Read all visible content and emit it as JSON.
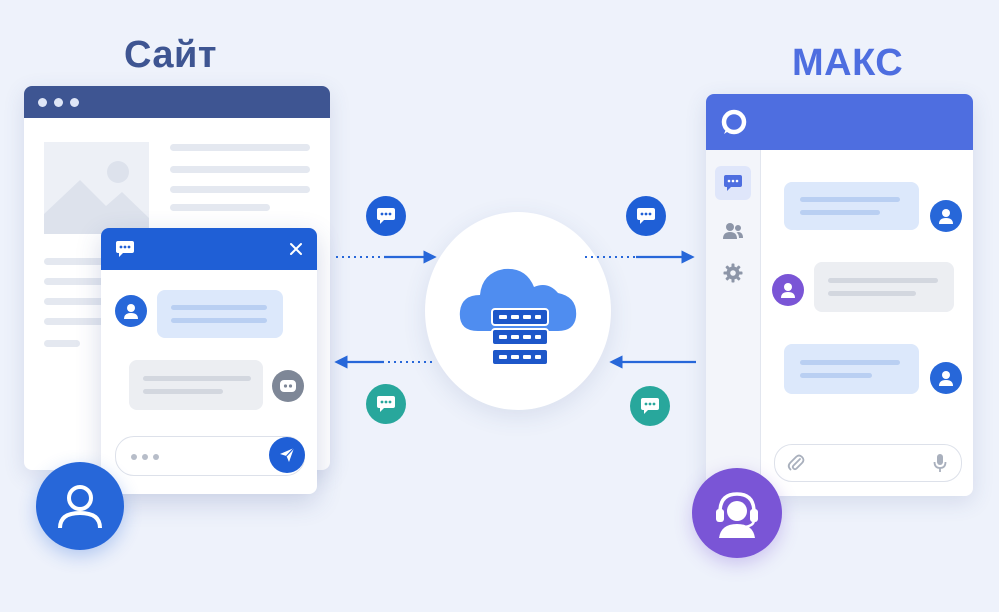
{
  "labels": {
    "site_title": "Сайт",
    "max_title": "МАКС"
  },
  "icons": {
    "site_widget_header": "chat-bubble-icon",
    "widget_close": "close-icon",
    "widget_send": "send-icon",
    "max_logo": "max-logo-icon",
    "max_sidebar": [
      "chat-icon",
      "users-icon",
      "gear-icon"
    ],
    "max_attach": "paperclip-icon",
    "max_mic": "microphone-icon",
    "server": "cloud-server-icon",
    "visitor": "user-avatar-icon",
    "operator": "operator-headset-icon"
  },
  "colors": {
    "site_header": "#3e5592",
    "widget_blue": "#1f5fd6",
    "max_header": "#4e6ee0",
    "accent_blue": "#2767d9",
    "teal": "#28a79c",
    "purple": "#7a55d6",
    "gray_avatar": "#7e8797",
    "background": "#eef2fb"
  },
  "flows": [
    {
      "from": "site",
      "to": "server",
      "message_color": "blue"
    },
    {
      "from": "server",
      "to": "max",
      "message_color": "blue"
    },
    {
      "from": "max",
      "to": "server",
      "message_color": "teal"
    },
    {
      "from": "server",
      "to": "site",
      "message_color": "teal"
    }
  ]
}
